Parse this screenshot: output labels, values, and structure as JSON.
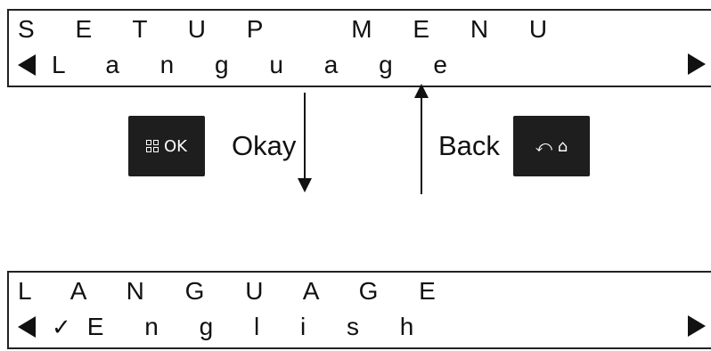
{
  "setup_screen": {
    "title": "S E T U P   M E N U",
    "item": "L a n g u a g e"
  },
  "language_screen": {
    "title": "L A N G U A G E",
    "check": "✓",
    "item": "E n g l i s h"
  },
  "ok_button": {
    "label": "OK"
  },
  "back_button": {
    "label": "⤺ ⌂"
  },
  "labels": {
    "okay": "Okay",
    "back": "Back"
  }
}
